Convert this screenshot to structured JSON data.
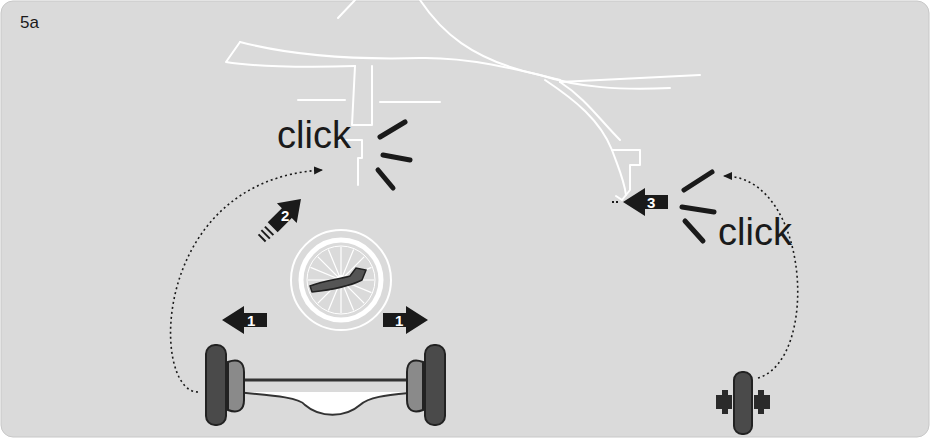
{
  "diagram": {
    "labels": [
      "5a",
      "click",
      "1",
      "1",
      "2",
      "click",
      "3"
    ]
  }
}
